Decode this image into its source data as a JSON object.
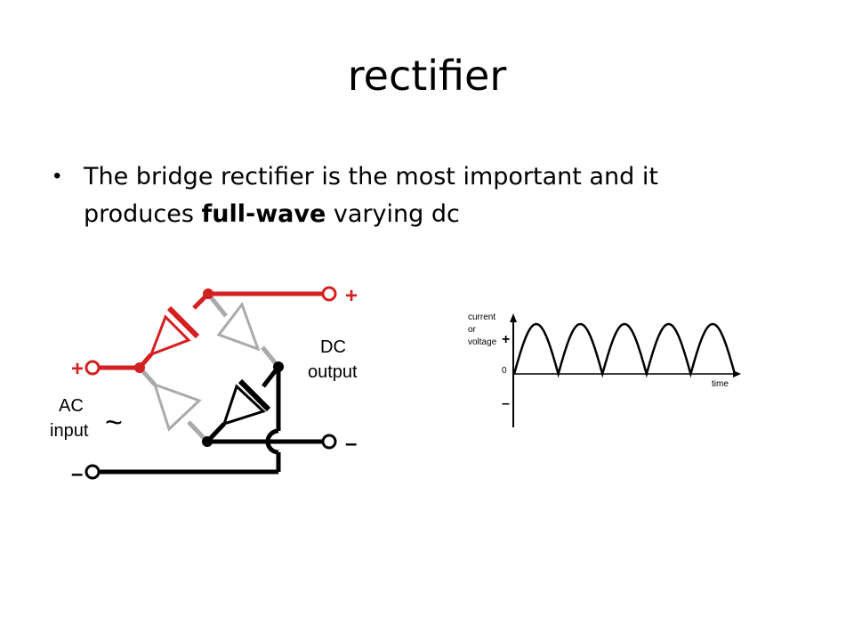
{
  "slide": {
    "title": "rectifier",
    "bullet": {
      "text_before": "The bridge rectifier is the most important and it produces ",
      "bold": "full-wave",
      "text_after": " varying dc"
    }
  },
  "circuit": {
    "ac_plus": "+",
    "ac_minus": "–",
    "ac_label_line1": "AC",
    "ac_label_line2": "input",
    "ac_symbol": "~",
    "dc_plus": "+",
    "dc_minus": "–",
    "dc_label_line1": "DC",
    "dc_label_line2": "output",
    "colors": {
      "active": "#d42020",
      "dark": "#000000",
      "inactive": "#aaaaaa"
    }
  },
  "graph": {
    "ylabel_line1": "current",
    "ylabel_line2": "or",
    "ylabel_line3": "voltage",
    "plus": "+",
    "zero": "0",
    "minus": "–",
    "xlabel": "time",
    "humps": 5
  }
}
